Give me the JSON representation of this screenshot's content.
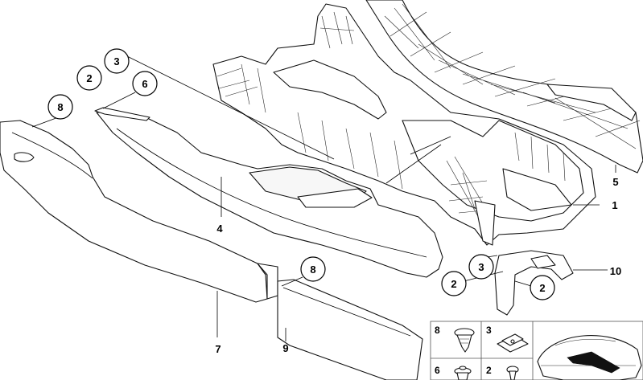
{
  "callouts": {
    "c3_top": "3",
    "c2_top": "2",
    "c6": "6",
    "c8_left": "8",
    "c8_bottom": "8",
    "c3_mid": "3",
    "c2_mid": "2",
    "c2_bracket": "2"
  },
  "labels": {
    "l4": "4",
    "l5": "5",
    "l1": "1",
    "l10": "10",
    "l7": "7",
    "l9": "9"
  },
  "inset": {
    "row1_a": "8",
    "row1_b": "3",
    "row2_a": "6",
    "row2_b": "2"
  }
}
